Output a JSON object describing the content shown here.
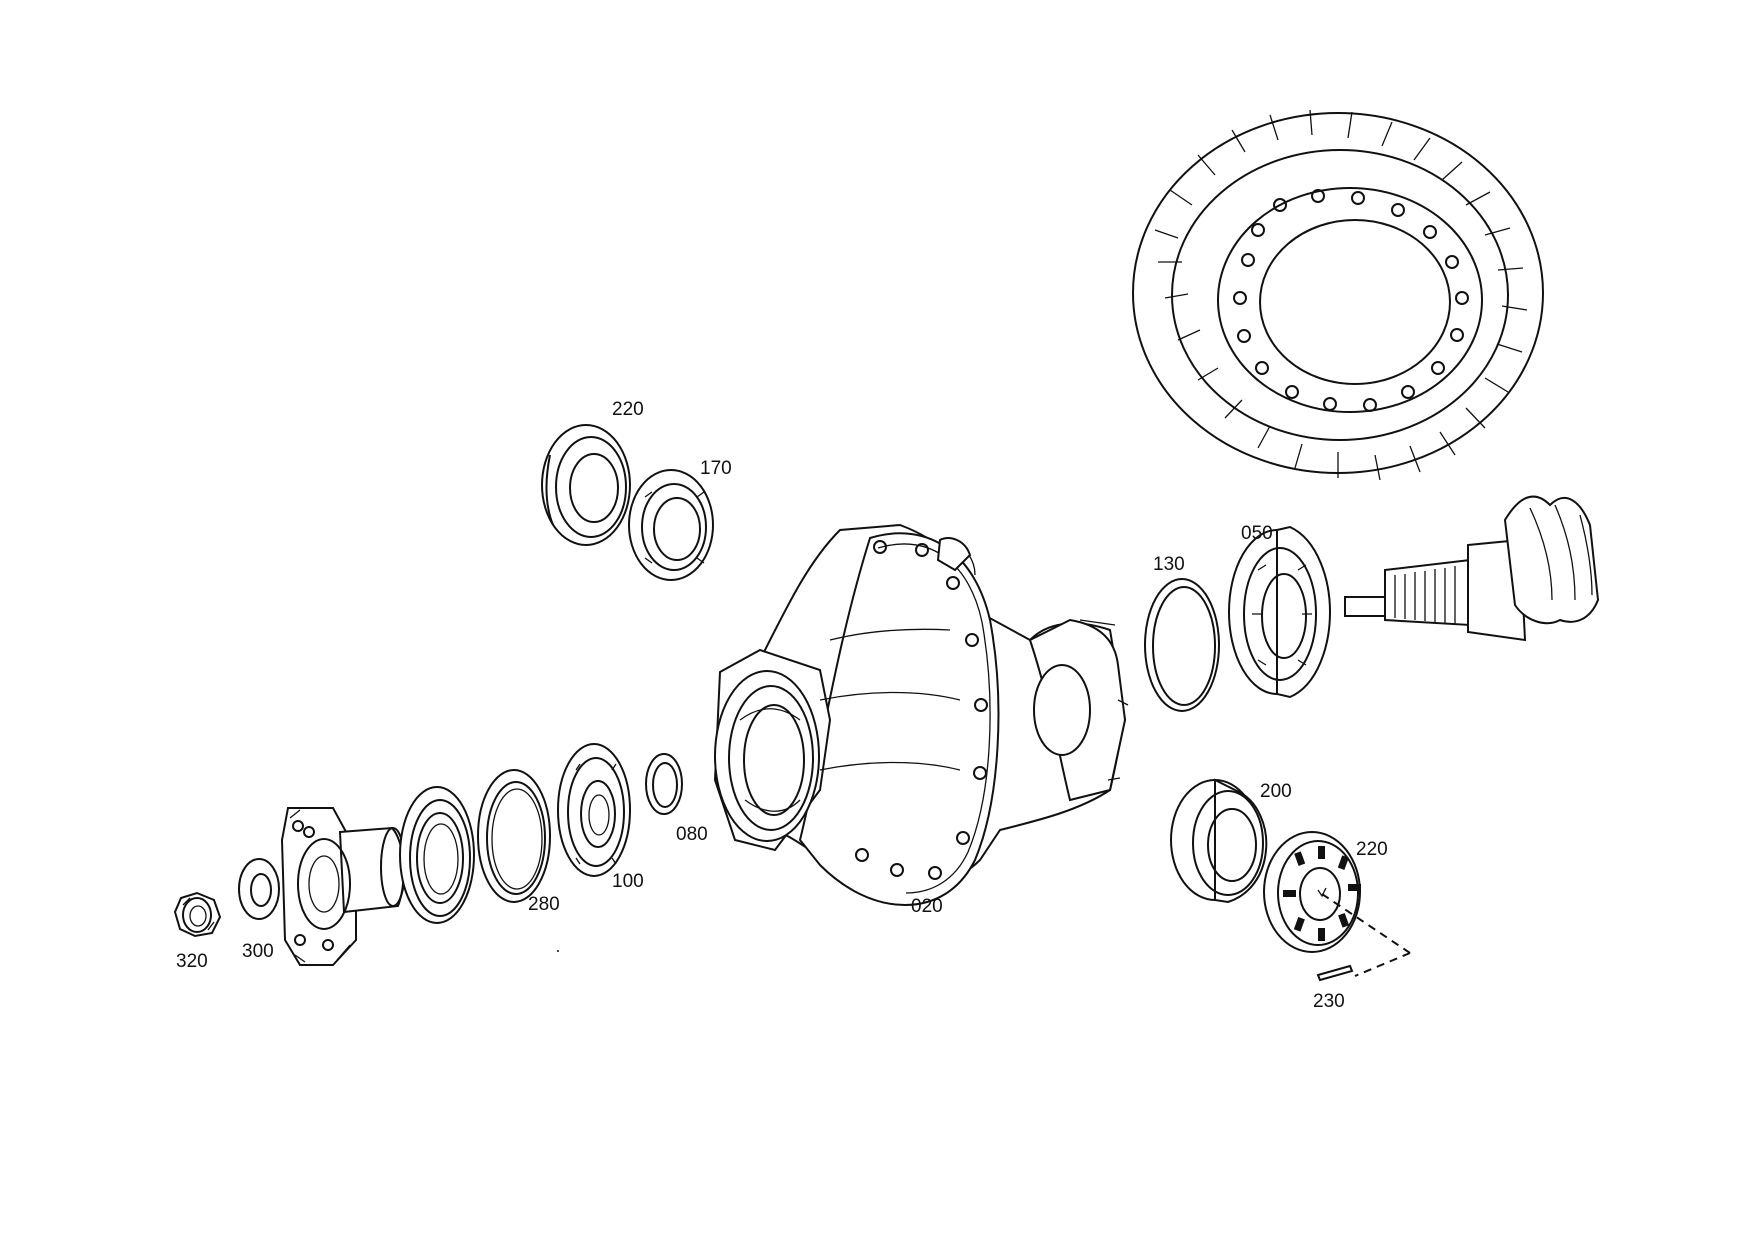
{
  "diagram": {
    "type": "exploded-parts-drawing",
    "colors": {
      "line": "#111111",
      "background": "#ffffff"
    },
    "labels": {
      "p320": "320",
      "p300": "300",
      "p280": "280",
      "p100": "100",
      "p080": "080",
      "p020": "020",
      "p220_top": "220",
      "p170": "170",
      "p130": "130",
      "p050": "050",
      "p200": "200",
      "p220_right": "220",
      "p230": "230"
    }
  }
}
